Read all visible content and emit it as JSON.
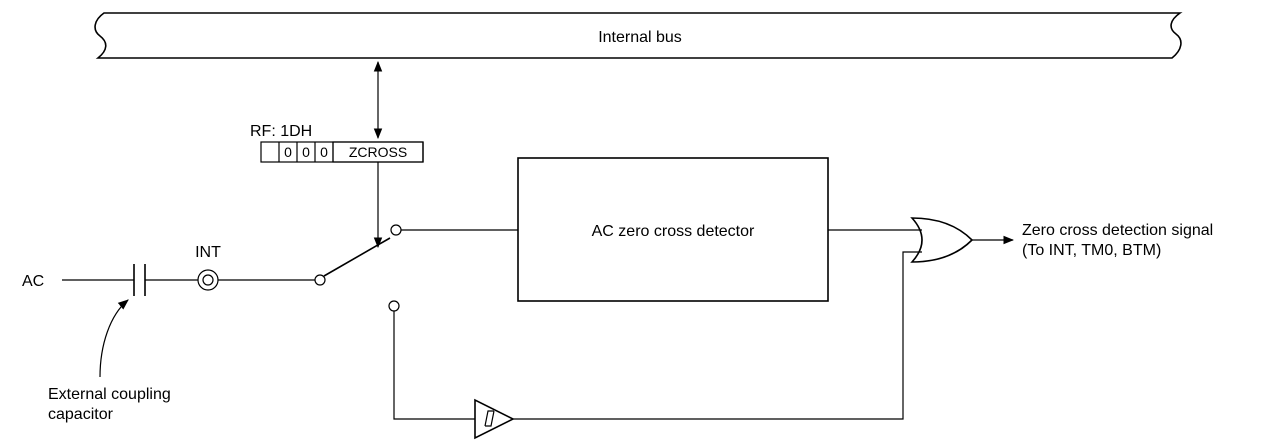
{
  "bus": {
    "label": "Internal bus"
  },
  "register": {
    "name": "RF: 1DH",
    "bits": [
      "0",
      "0",
      "0",
      "ZCROSS"
    ]
  },
  "detector": {
    "label": "AC zero cross detector"
  },
  "input": {
    "ac_label": "AC",
    "pin_label": "INT"
  },
  "capacitor_note": {
    "line1": "External coupling",
    "line2": "capacitor"
  },
  "output": {
    "line1": "Zero cross detection signal",
    "line2": "(To INT, TM0, BTM)"
  }
}
